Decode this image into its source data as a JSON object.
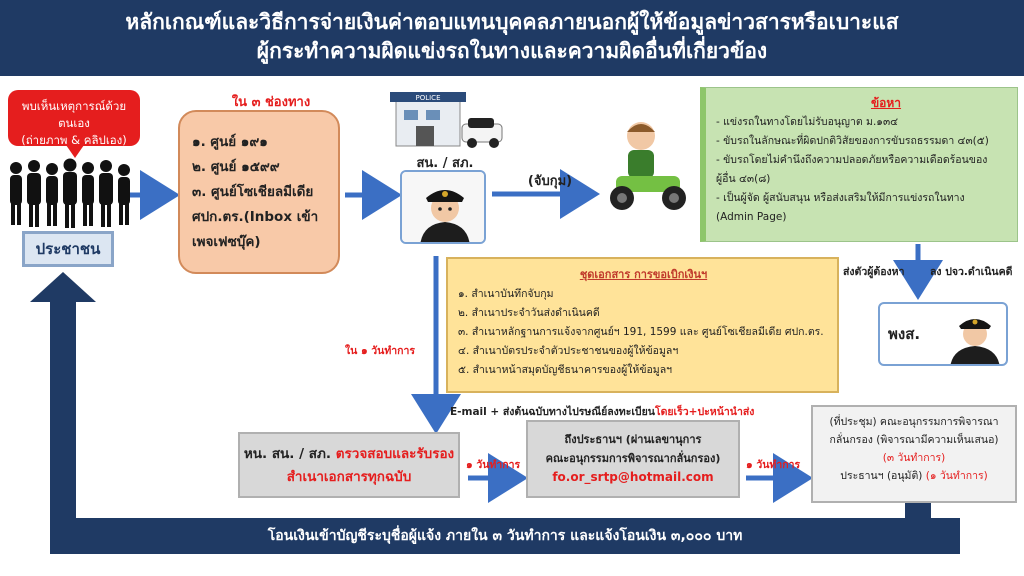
{
  "header": {
    "title_line1": "หลักเกณฑ์และวิธีการจ่ายเงินค่าตอบแทนบุคคลภายนอกผู้ให้ข้อมูลข่าวสารหรือเบาะแส",
    "title_line2": "ผู้กระทำความผิดแข่งรถในทางและความผิดอื่นที่เกี่ยวข้อง"
  },
  "people": {
    "speech_line1": "พบเห็นเหตุการณ์ด้วยตนเอง",
    "speech_line2": "(ถ่ายภาพ & คลิปเอง)",
    "label": "ประชาชน"
  },
  "channels": {
    "heading": "ใน ๓ ช่องทาง",
    "items": [
      "๑. ศูนย์ ๑๙๑",
      "๒. ศูนย์ ๑๕๙๙",
      "๓. ศูนย์โซเชียลมีเดีย ศปก.ตร.(Inbox เข้าเพจเฟซบุ๊ค)"
    ]
  },
  "station": {
    "label": "สน. / สภ.",
    "sign_text": "POLICE"
  },
  "arrest": {
    "label": "(จับกุม)"
  },
  "charges": {
    "title": "ข้อหา",
    "items": [
      "- แข่งรถในทางโดยไม่รับอนุญาต  ม.๑๓๔",
      "- ขับรถในลักษณะที่ผิดปกติวิสัยของการขับรถธรรมดา  ๔๓(๕)",
      "- ขับรถโดยไม่คำนึงถึงความปลอดภัยหรือความเดือดร้อนของ",
      "  ผู้อื่น ๔๓(๘)",
      "- เป็นผู้จัด  ผู้สนับสนุน  หรือส่งเสริมให้มีการแข่งรถในทาง",
      "  (Admin Page)"
    ]
  },
  "documents": {
    "title": "ชุดเอกสาร การขอเบิกเงินฯ",
    "items": [
      "๑. สำเนาบันทึกจับกุม",
      "๒. สำเนาประจำวันส่งดำเนินคดี",
      "๓. สำเนาหลักฐานการแจ้งจากศูนย์ฯ  191, 1599 และ ศูนย์โซเชียลมีเดีย  ศปก.ตร.",
      "๔. สำเนาบัตรประจำตัวประชาชนของผู้ให้ข้อมูลฯ",
      "๕. สำเนาหน้าสมุดบัญชีธนาคารของผู้ให้ข้อมูลฯ"
    ]
  },
  "prosecution": {
    "send_label": "ส่งตัวผู้ต้องหา",
    "proceed_label": "ลง ปจว.ดำเนินคดี",
    "prosecutor_label": "พงส."
  },
  "timing": {
    "one_day_docs": "ใน ๑ วันทำการ",
    "one_day_chair": "๑ วันทำการ",
    "one_day_committee": "๑ วันทำการ"
  },
  "email_note": {
    "prefix": "E-mail + ส่งต้นฉบับทางไปรษณีย์ลงทะเบียน",
    "highlight": "โดยเร็ว+ปะหน้านำส่ง"
  },
  "verify": {
    "prefix": "หน. สน. / สภ.",
    "highlight": "ตรวจสอบและรับรองสำเนาเอกสารทุกฉบับ"
  },
  "chair": {
    "line1": "ถึงประธานฯ (ผ่านเลขานุการ",
    "line2": "คณะอนุกรรมการพิจารณากลั่นกรอง)",
    "email": "fo.or_srtp@hotmail.com"
  },
  "committee": {
    "line1": "(ที่ประชุม) คณะอนุกรรมการพิจารณา",
    "line2": "กลั่นกรอง (พิจารณามีความเห็นเสนอ)",
    "days": "(๓ วันทำการ)",
    "approve": "ประธานฯ (อนุมัติ)",
    "approve_days": "(๑ วันทำการ)"
  },
  "footer": {
    "text": "โอนเงินเข้าบัญชีระบุชื่อผู้แจ้ง ภายใน ๓ วันทำการ และแจ้งโอนเงิน ๓,๐๐๐ บาท"
  },
  "colors": {
    "navy": "#1f3a64",
    "arrow_blue": "#3b6fc4",
    "red": "#e51e1e",
    "peach": "#f8c9a8",
    "green": "#c7e3b2",
    "yellow": "#ffe399",
    "gray": "#d8d8d8"
  }
}
